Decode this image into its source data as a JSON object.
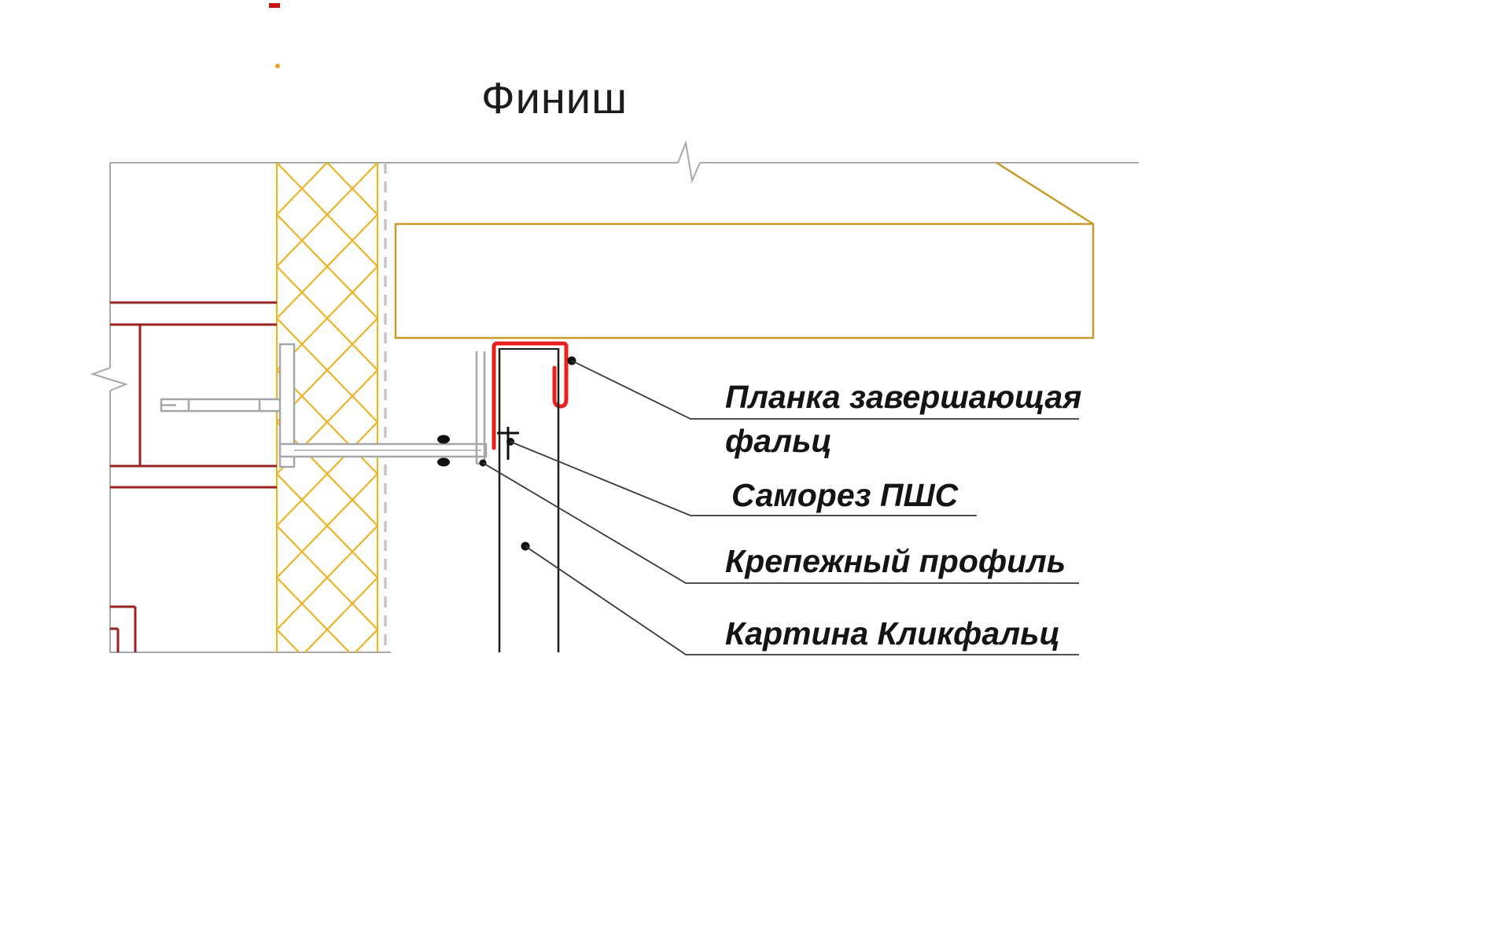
{
  "title": "Финиш",
  "callouts": {
    "finish_strip": {
      "line1": "Планка завершающая",
      "line2": "фальц"
    },
    "screw": {
      "text": "Саморез ПШС"
    },
    "profile": {
      "text": "Крепежный профиль"
    },
    "panel": {
      "text": "Картина Кликфальц"
    }
  },
  "colors": {
    "slab_outline": "#C99B2D",
    "insulation_hatch": "#EFB32A",
    "wall_brick": "#97221F",
    "finish_strip": "#E8211C",
    "hardware_gray": "#A4A7AA",
    "membrane_dash": "#C6C6C6",
    "border_gray": "#A8A8A8",
    "panel_ink": "#1C1C1C",
    "leader": "#383838"
  }
}
